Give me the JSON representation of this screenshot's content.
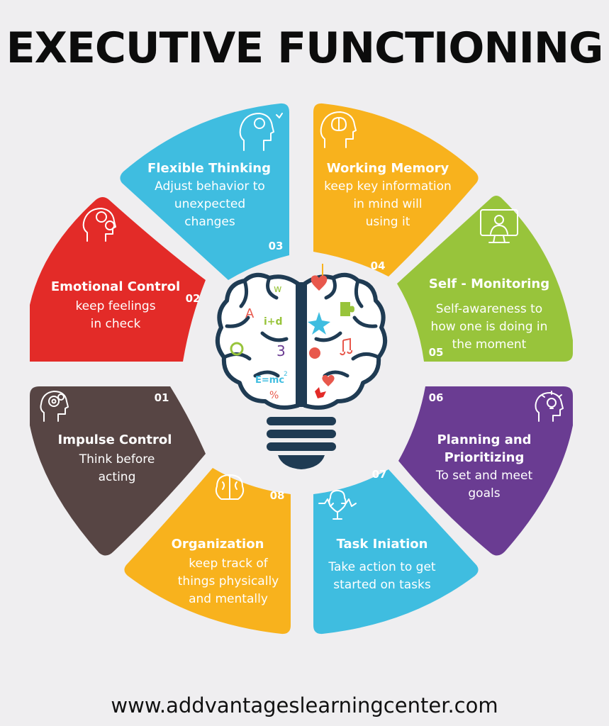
{
  "title": "EXECUTIVE FUNCTIONING",
  "footer_url": "www.addvantageslearningcenter.com",
  "segments": [
    {
      "number": "01",
      "title": "Impulse Control",
      "desc": [
        "Think before",
        "acting"
      ],
      "color": "#574544",
      "icon": "gear-head-icon"
    },
    {
      "number": "02",
      "title": "Emotional Control",
      "desc": [
        "keep feelings",
        "in check"
      ],
      "color": "#e32b28",
      "icon": "emotion-faces-icon"
    },
    {
      "number": "03",
      "title": "Flexible Thinking",
      "desc": [
        "Adjust behavior to",
        "unexpected",
        "changes"
      ],
      "color": "#3fbde0",
      "icon": "head-puzzle-icon"
    },
    {
      "number": "04",
      "title": "Working Memory",
      "desc": [
        "keep key information",
        "in mind will",
        "using it"
      ],
      "color": "#f8b21d",
      "icon": "brain-head-icon"
    },
    {
      "number": "05",
      "title": "Self - Monitoring",
      "desc": [
        "Self-awareness to",
        "how one is doing in",
        "the moment"
      ],
      "color": "#98c43b",
      "icon": "monitor-person-icon"
    },
    {
      "number": "06",
      "title": "Planning and Prioritizing",
      "desc": [
        "To set and meet",
        "goals"
      ],
      "color": "#6a3c92",
      "icon": "lightbulb-head-icon"
    },
    {
      "number": "07",
      "title": "Task Iniation",
      "desc": [
        "Take action to get",
        "started on tasks"
      ],
      "color": "#3fbde0",
      "icon": "brain-pulse-icon"
    },
    {
      "number": "08",
      "title": "Organization",
      "desc": [
        "keep track of",
        "things physically",
        "and mentally"
      ],
      "color": "#f8b21d",
      "icon": "brain-icon"
    }
  ],
  "brain_labels": {
    "a": "A",
    "w": "w",
    "formula": "i+d",
    "three": "3",
    "emc": "E=mc",
    "exp": "2",
    "pct": "%"
  },
  "colors": {
    "background": "#efeef0",
    "bulb": "#1f3b53"
  }
}
